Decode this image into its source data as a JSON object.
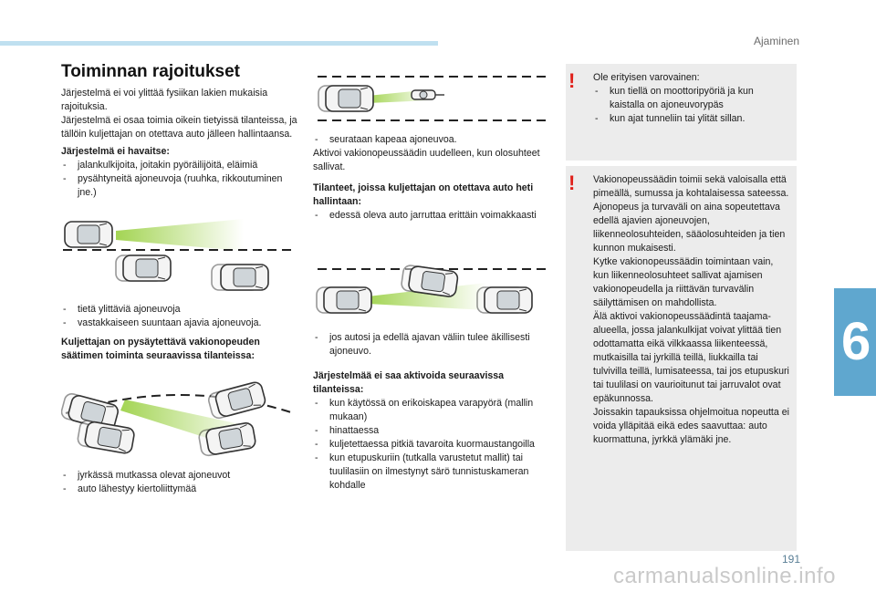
{
  "header": {
    "section": "Ajaminen"
  },
  "side_tab": {
    "chapter": "6"
  },
  "footer": {
    "page_number": "191",
    "watermark": "carmanualsonline.info"
  },
  "col1": {
    "title": "Toiminnan rajoitukset",
    "intro": [
      "Järjestelmä ei voi ylittää fysiikan lakien mukaisia rajoituksia.",
      "Järjestelmä ei osaa toimia oikein tietyissä tilanteissa, ja tällöin kuljettajan on otettava auto jälleen hallintaansa."
    ],
    "not_detect_heading": "Järjestelmä ei havaitse:",
    "not_detect_items": [
      "jalankulkijoita, joitakin pyöräilijöitä, eläimiä",
      "pysähtyneitä ajoneuvoja (ruuhka, rikkoutuminen jne.)"
    ],
    "not_detect_items2": [
      "tietä ylittäviä ajoneuvoja",
      "vastakkaiseen suuntaan ajavia ajoneuvoja."
    ],
    "reduced_heading": "Kuljettajan on pysäytettävä vakionopeuden säätimen toiminta seuraavissa tilanteissa:",
    "reduced_items": [
      "jyrkässä mutkassa olevat ajoneuvot",
      "auto lähestyy kiertoliittymää"
    ]
  },
  "col2": {
    "narrow_item": "seurataan kapeaa ajoneuvoa.",
    "reactivate": "Aktivoi vakionopeussäädin uudelleen, kun olosuhteet sallivat.",
    "takeover_heading": "Tilanteet, joissa kuljettajan on otettava auto heti hallintaan:",
    "takeover_items": [
      "edessä oleva auto jarruttaa erittäin voimakkaasti"
    ],
    "cutin_items": [
      "jos autosi ja edellä ajavan väliin tulee äkillisesti ajoneuvo."
    ],
    "noactivate_heading": "Järjestelmää ei saa aktivoida seuraavissa tilanteissa:",
    "noactivate_items": [
      "kun käytössä on erikoiskapea varapyörä (mallin mukaan)",
      "hinattaessa",
      "kuljetettaessa pitkiä tavaroita kuormaustangoilla",
      "kun etupuskuriin (tutkalla varustetut mallit) tai tuulilasiin on ilmestynyt särö tunnistuskameran kohdalle"
    ]
  },
  "note1": {
    "lead": "Ole erityisen varovainen:",
    "items": [
      "kun tiellä on moottoripyöriä ja kun kaistalla on ajoneuvorypäs",
      "kun ajat tunneliin tai ylität sillan."
    ]
  },
  "note2": {
    "paragraphs": [
      "Vakionopeussäädin toimii sekä valoisalla että pimeällä, sumussa ja kohtalaisessa sateessa.",
      "Ajonopeus ja turvaväli on aina sopeutettava edellä ajavien ajoneuvojen, liikenneolosuhteiden, sääolosuhteiden ja tien kunnon mukaisesti.",
      "Kytke vakionopeussäädin toimintaan vain, kun liikenneolosuhteet sallivat ajamisen vakionopeudella ja riittävän turvavälin säilyttämisen on mahdollista.",
      "Älä aktivoi vakionopeussäädintä taajama-alueella, jossa jalankulkijat voivat ylittää tien odottamatta eikä vilkkaassa liikenteessä, mutkaisilla tai jyrkillä teillä, liukkailla tai tulvivilla teillä, lumisateessa, tai jos etupuskuri tai tuulilasi on vaurioitunut tai jarruvalot ovat epäkunnossa.",
      "Joissakin tapauksissa ohjelmoitua nopeutta ei voida ylläpitää eikä edes saavuttaa: auto kuormattuna, jyrkkä ylämäki jne."
    ]
  },
  "colors": {
    "accent": "#5fa7cf",
    "warning": "#e0201a",
    "note_bg": "#ececec",
    "beam": "#9ed24a"
  },
  "icons": [
    "car-icon",
    "motorcycle-icon",
    "warning-exclamation-icon"
  ]
}
